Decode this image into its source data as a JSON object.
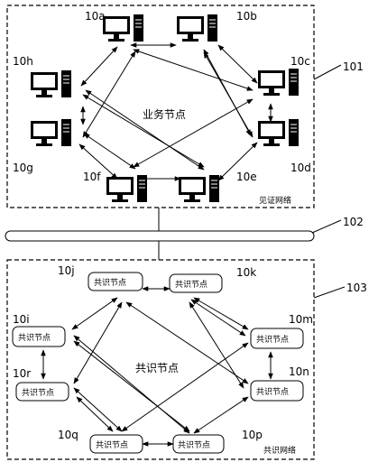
{
  "top_network": {
    "number": "101",
    "center_label": "业务节点",
    "corner_label": "见证网络",
    "nodes": [
      {
        "id": "10a"
      },
      {
        "id": "10b"
      },
      {
        "id": "10c"
      },
      {
        "id": "10d"
      },
      {
        "id": "10e"
      },
      {
        "id": "10f"
      },
      {
        "id": "10g"
      },
      {
        "id": "10h"
      }
    ]
  },
  "link": {
    "number": "102"
  },
  "bottom_network": {
    "number": "103",
    "center_label": "共识节点",
    "corner_label": "共识网络",
    "nodes": [
      {
        "id": "10j",
        "label": "共识节点"
      },
      {
        "id": "10k",
        "label": "共识节点"
      },
      {
        "id": "10m",
        "label": "共识节点"
      },
      {
        "id": "10n",
        "label": "共识节点"
      },
      {
        "id": "10p",
        "label": "共识节点"
      },
      {
        "id": "10q",
        "label": "共识节点"
      },
      {
        "id": "10r",
        "label": "共识节点"
      },
      {
        "id": "10i",
        "label": "共识节点"
      }
    ]
  }
}
